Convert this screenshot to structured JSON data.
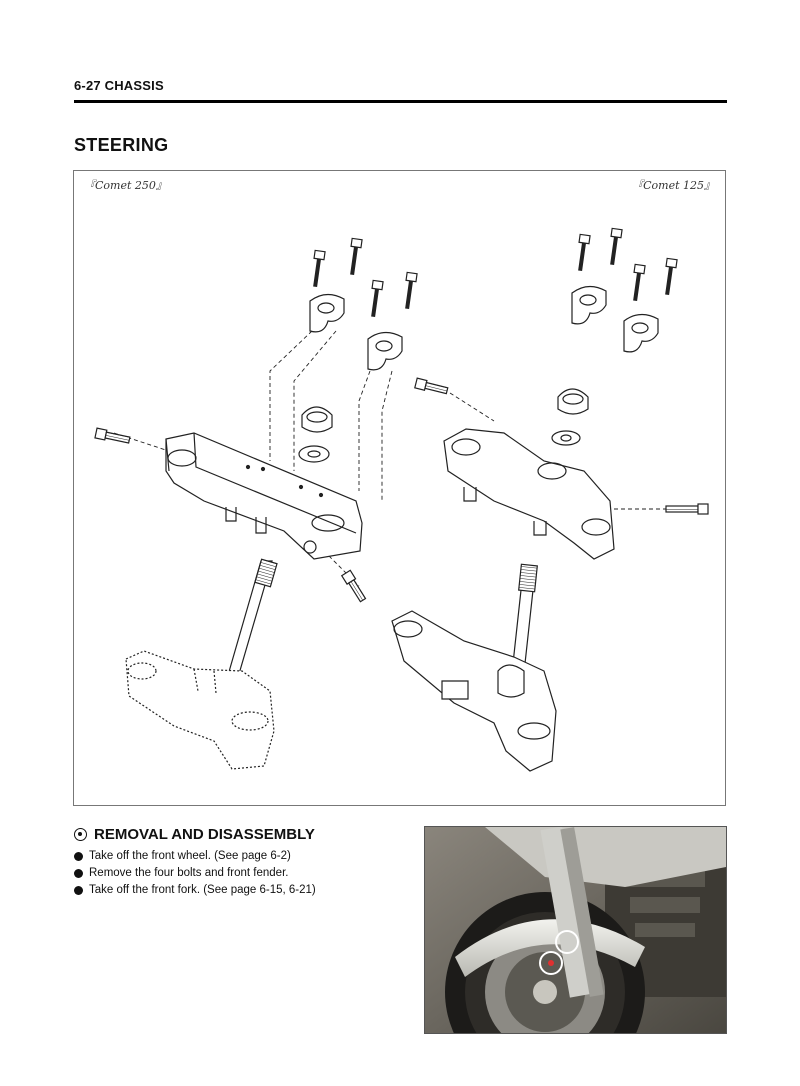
{
  "header": {
    "page_ref": "6-27  CHASSIS"
  },
  "section": {
    "title": "STEERING"
  },
  "diagram": {
    "left_model_label": "『Comet 250』",
    "right_model_label": "『Comet 125』"
  },
  "removal": {
    "title": "REMOVAL AND DISASSEMBLY",
    "steps": [
      "Take off the front wheel. (See page 6-2)",
      "Remove the four bolts and front fender.",
      "Take off the front fork. (See page 6-15, 6-21)"
    ]
  }
}
